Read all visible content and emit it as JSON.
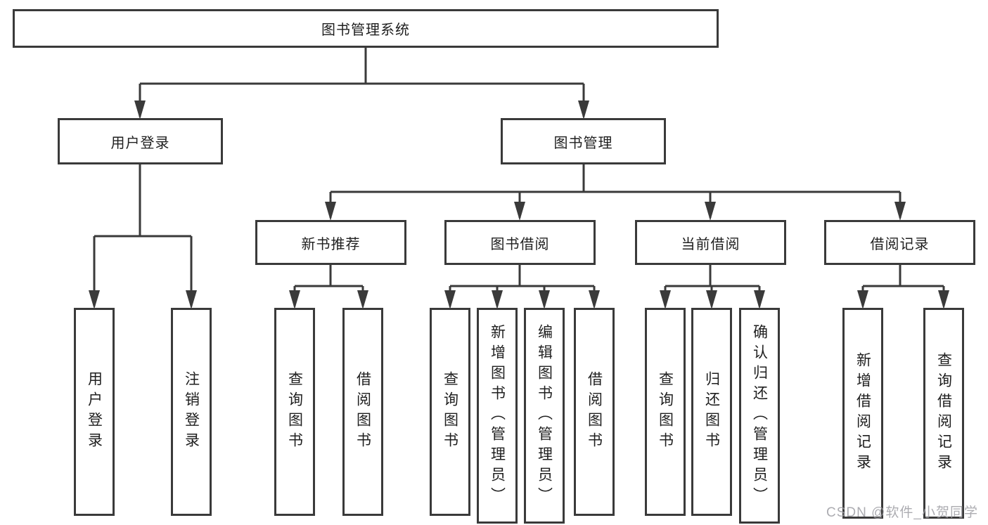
{
  "diagram": {
    "root_label": "图书管理系统",
    "level2": [
      {
        "label": "用户登录"
      },
      {
        "label": "图书管理"
      }
    ],
    "level3": [
      {
        "label": "新书推荐",
        "parent": "图书管理"
      },
      {
        "label": "图书借阅",
        "parent": "图书管理"
      },
      {
        "label": "当前借阅",
        "parent": "图书管理"
      },
      {
        "label": "借阅记录",
        "parent": "图书管理"
      }
    ],
    "leaves": [
      {
        "label": "用户登录",
        "parent": "用户登录"
      },
      {
        "label": "注销登录",
        "parent": "用户登录"
      },
      {
        "label": "查询图书",
        "parent": "新书推荐"
      },
      {
        "label": "借阅图书",
        "parent": "新书推荐"
      },
      {
        "label": "查询图书",
        "parent": "图书借阅"
      },
      {
        "label": "新增图书（管理员）",
        "parent": "图书借阅"
      },
      {
        "label": "编辑图书（管理员）",
        "parent": "图书借阅"
      },
      {
        "label": "借阅图书",
        "parent": "图书借阅"
      },
      {
        "label": "查询图书",
        "parent": "当前借阅"
      },
      {
        "label": "归还图书",
        "parent": "当前借阅"
      },
      {
        "label": "确认归还（管理员）",
        "parent": "当前借阅"
      },
      {
        "label": "新增借阅记录",
        "parent": "借阅记录"
      },
      {
        "label": "查询借阅记录",
        "parent": "借阅记录"
      }
    ]
  },
  "watermark": {
    "text": "CSDN @软件_小贺同学"
  },
  "colors": {
    "line": "#3a3a3a",
    "text": "#1f1f1f",
    "background": "#ffffff",
    "watermark": "#9e9ea4"
  }
}
